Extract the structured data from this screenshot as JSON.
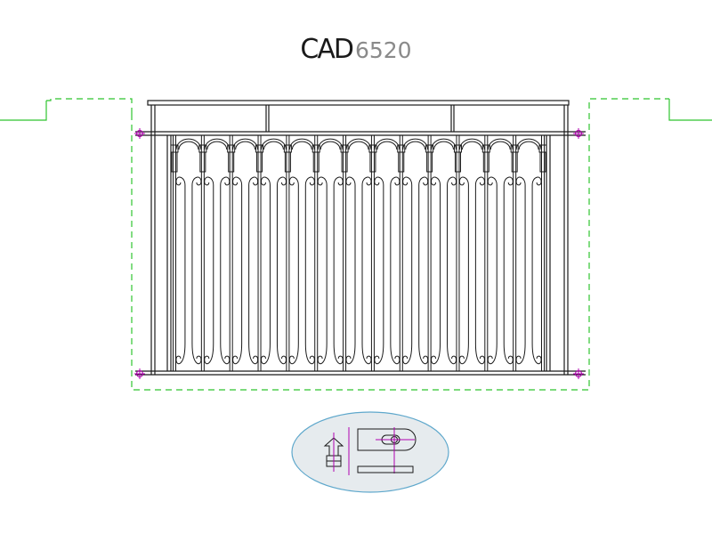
{
  "title": {
    "brand": "CAD",
    "number": "6520"
  },
  "colors": {
    "background": "#ffffff",
    "linework": "#1a1a1a",
    "opening_outline": "#2fc42f",
    "anchor_bolt": "#b000b0",
    "detail_fill": "#e6ebee",
    "detail_border": "#5fa8cc"
  },
  "drawing": {
    "subject": "railing-elevation",
    "baluster_count": 13
  }
}
